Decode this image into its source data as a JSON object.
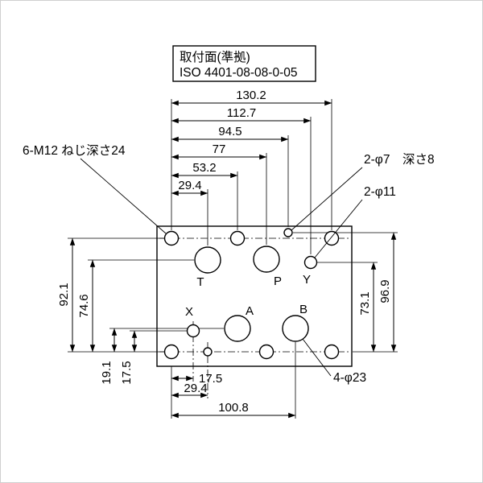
{
  "drawing": {
    "title_block": {
      "line1": "取付面(準拠)",
      "line2": "ISO 4401-08-08-0-05"
    },
    "notes": {
      "bolt": "6-M12 ねじ深さ24",
      "pin": "2-φ7　深さ8",
      "pilot": "2-φ11",
      "main_port": "4-φ23"
    },
    "ports": {
      "t": "T",
      "p": "P",
      "y": "Y",
      "x": "X",
      "a": "A",
      "b": "B"
    },
    "dimensions": {
      "top": [
        "130.2",
        "112.7",
        "94.5",
        "77",
        "53.2",
        "29.4"
      ],
      "bottom": [
        "17.5",
        "29.4",
        "100.8"
      ],
      "left": [
        "92.1",
        "74.6",
        "19.1",
        "17.5"
      ],
      "right": [
        "73.1",
        "96.9"
      ]
    },
    "colors": {
      "line": "#000000",
      "background": "#ffffff"
    }
  }
}
